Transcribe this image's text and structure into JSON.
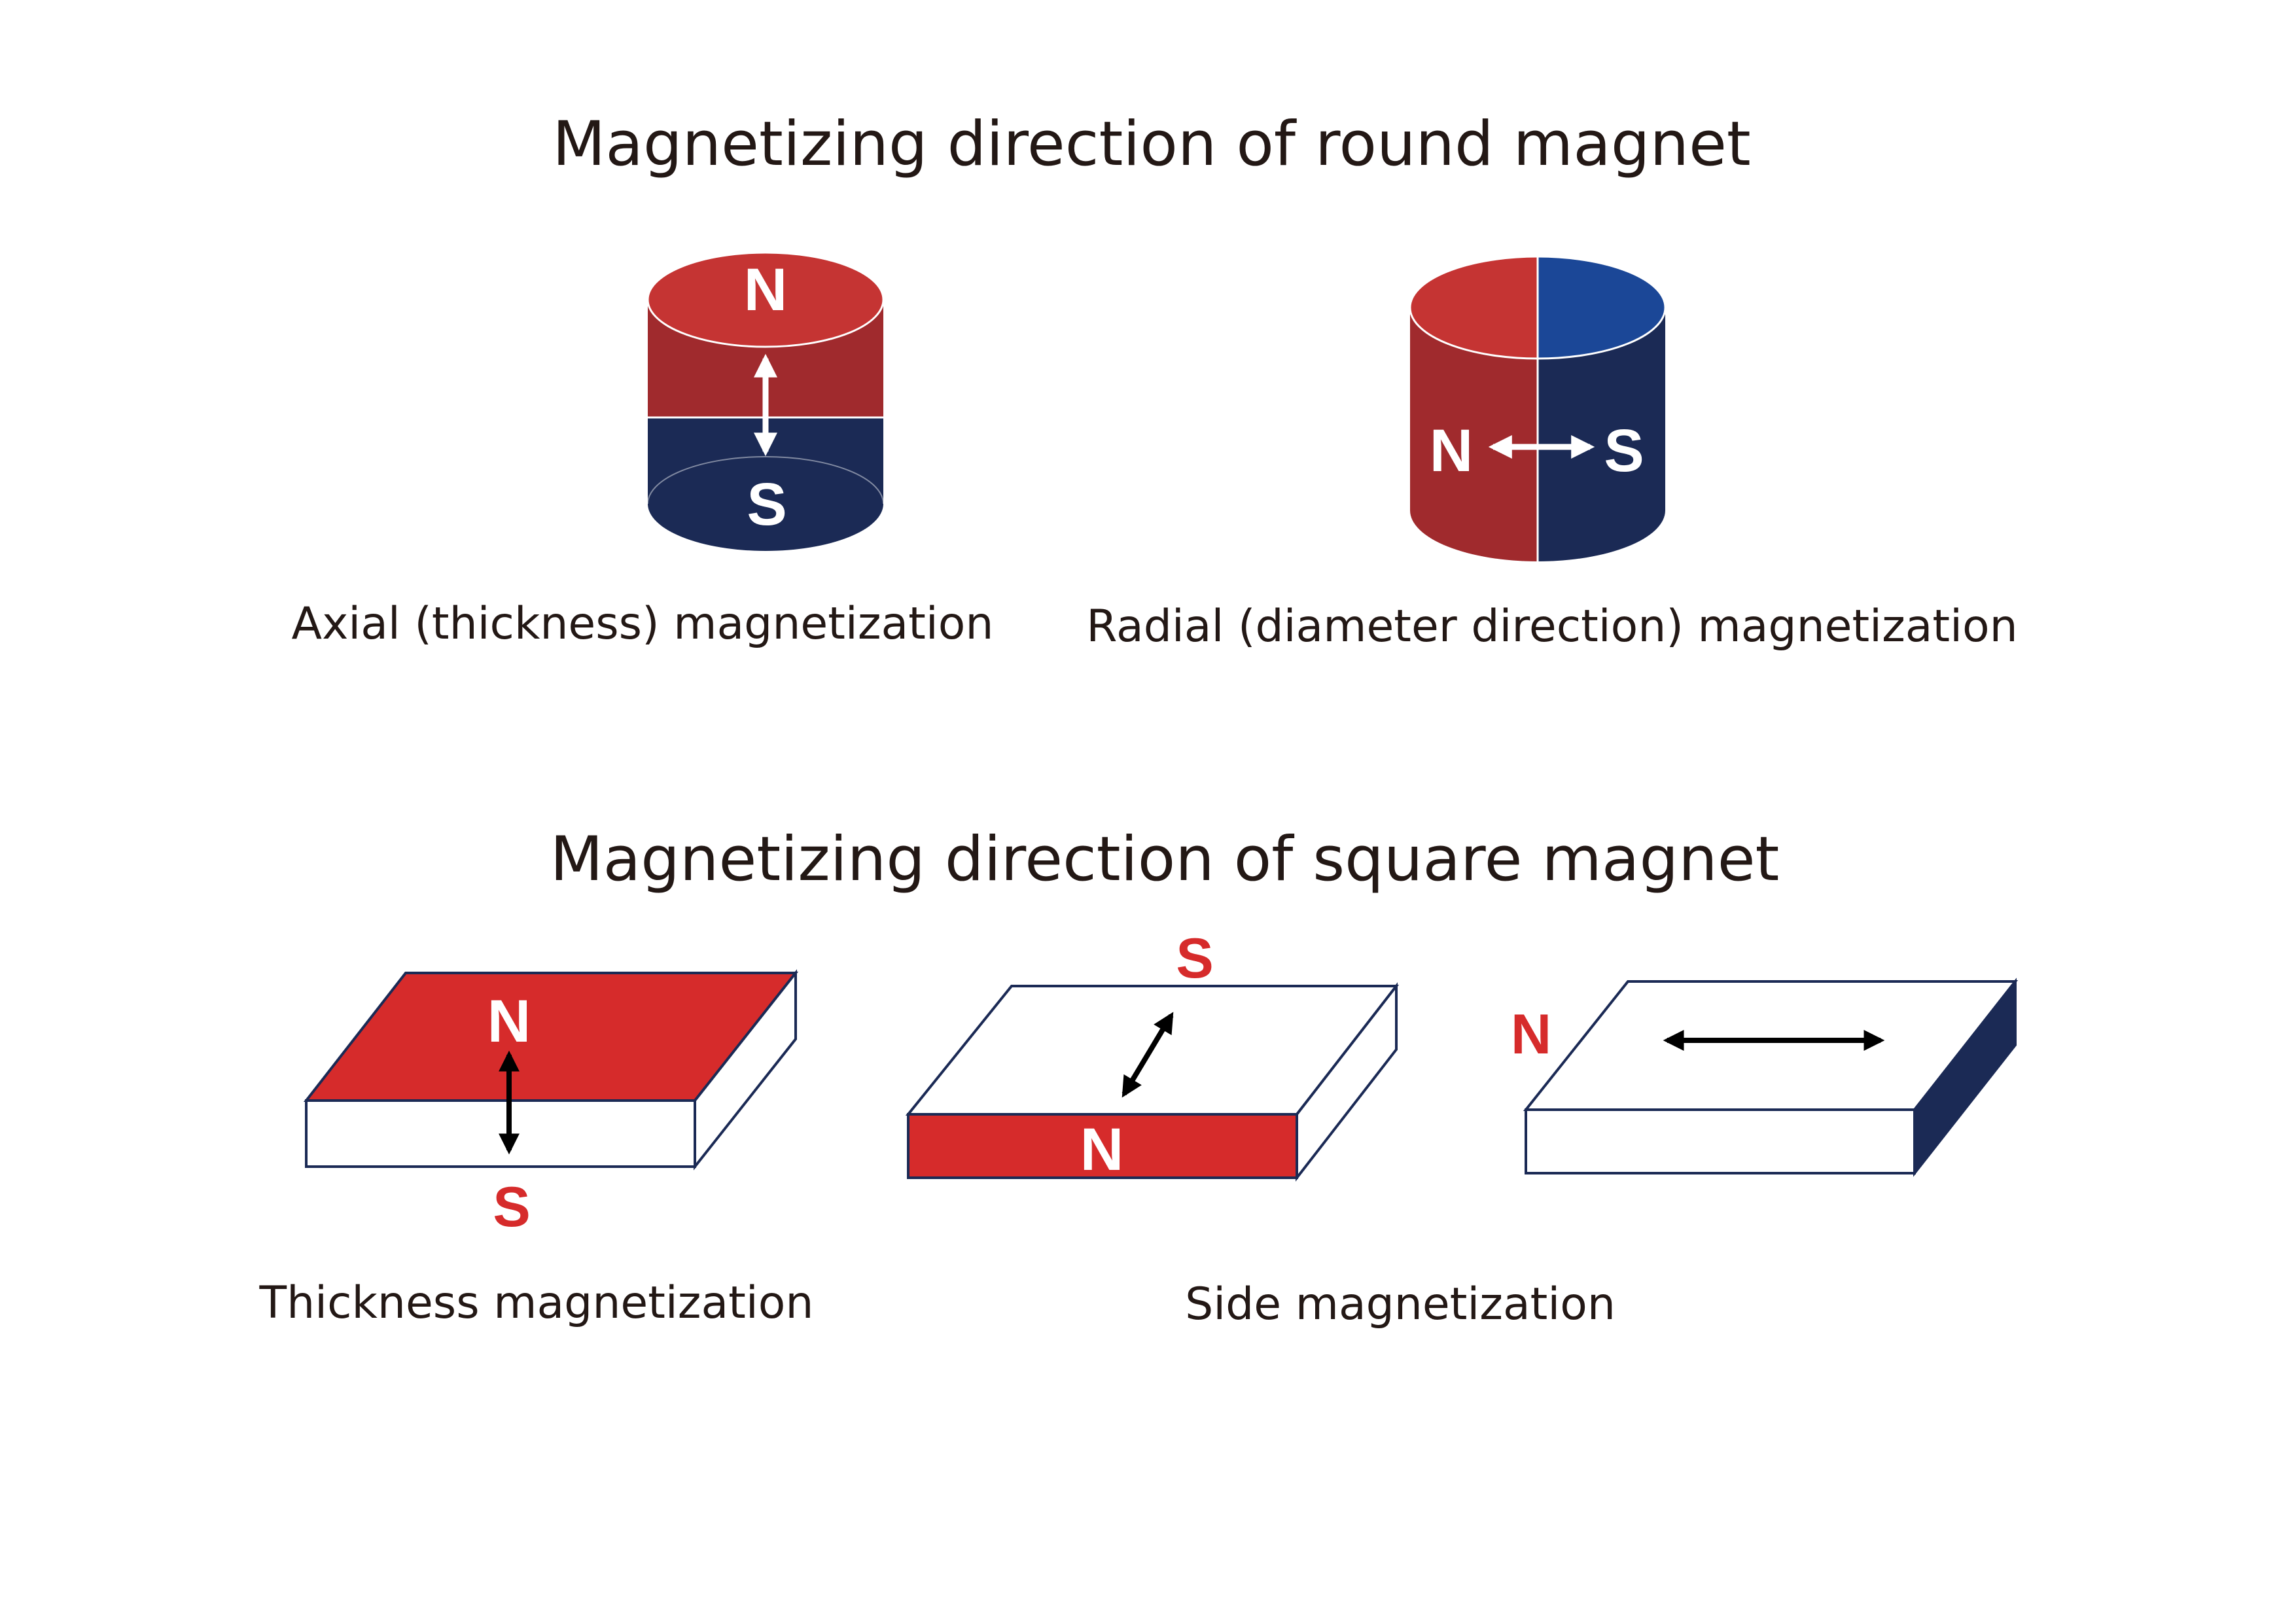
{
  "round_section": {
    "title": "Magnetizing direction of round magnet",
    "axial": {
      "caption": "Axial (thickness) magnetization",
      "north_label": "N",
      "south_label": "S"
    },
    "radial": {
      "caption": "Radial (diameter direction) magnetization",
      "north_label": "N",
      "south_label": "S"
    }
  },
  "square_section": {
    "title": "Magnetizing direction of square magnet",
    "thickness": {
      "caption": "Thickness magnetization",
      "north_label": "N",
      "south_label": "S"
    },
    "side": {
      "caption": "Side magnetization",
      "block1": {
        "north_label": "N",
        "south_label": "S"
      },
      "block2": {
        "north_label": "N"
      }
    }
  },
  "colors": {
    "north_red": "#d62b2b",
    "north_red_dark": "#a02a2d",
    "north_top_red": "#c53433",
    "south_blue": "#1b2a55",
    "south_top_blue": "#1b4797",
    "outline": "#1b2a55",
    "text": "#231815"
  }
}
